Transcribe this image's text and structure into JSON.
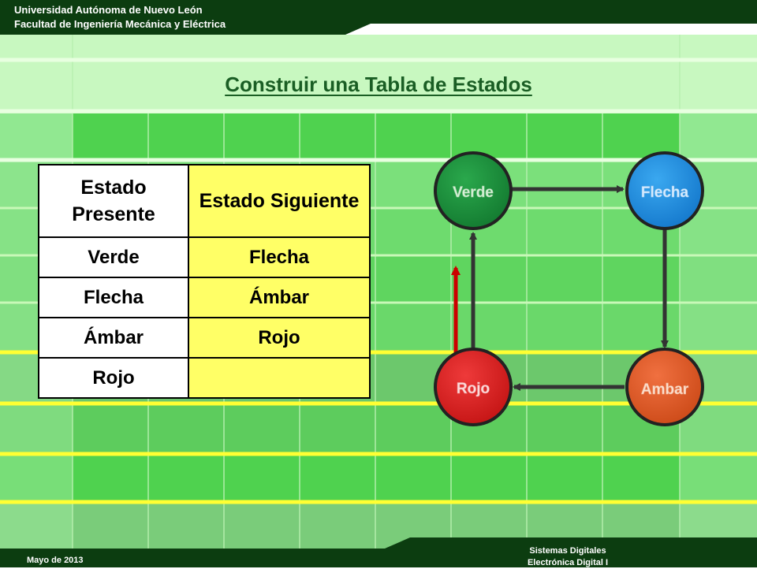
{
  "header": {
    "university": "Universidad Autónoma de Nuevo León",
    "faculty": "Facultad de Ingeniería Mecánica y Eléctrica"
  },
  "title": "Construir una Tabla de Estados",
  "table": {
    "headers": [
      "Estado Presente",
      "Estado Siguiente"
    ],
    "rows": [
      [
        "Verde",
        "Flecha"
      ],
      [
        "Flecha",
        "Ámbar"
      ],
      [
        "Ámbar",
        "Rojo"
      ],
      [
        "Rojo",
        ""
      ]
    ]
  },
  "diagram": {
    "states": {
      "verde": {
        "label": "Verde",
        "color": "#1e8a3c"
      },
      "flecha": {
        "label": "Flecha",
        "color": "#1e90e0"
      },
      "ambar": {
        "label": "Ambar",
        "color": "#e0602a"
      },
      "rojo": {
        "label": "Rojo",
        "color": "#dd2222"
      }
    },
    "highlight_color": "#cc0000"
  },
  "footer": {
    "date": "Mayo de 2013",
    "course_line1": "Sistemas Digitales",
    "course_line2": "Electrónica Digital I"
  },
  "colors": {
    "dark_green": "#0c3d10",
    "grid_green": "#4cd94c",
    "light_green": "#a8f0a0",
    "yellow_line": "#ffff33"
  }
}
